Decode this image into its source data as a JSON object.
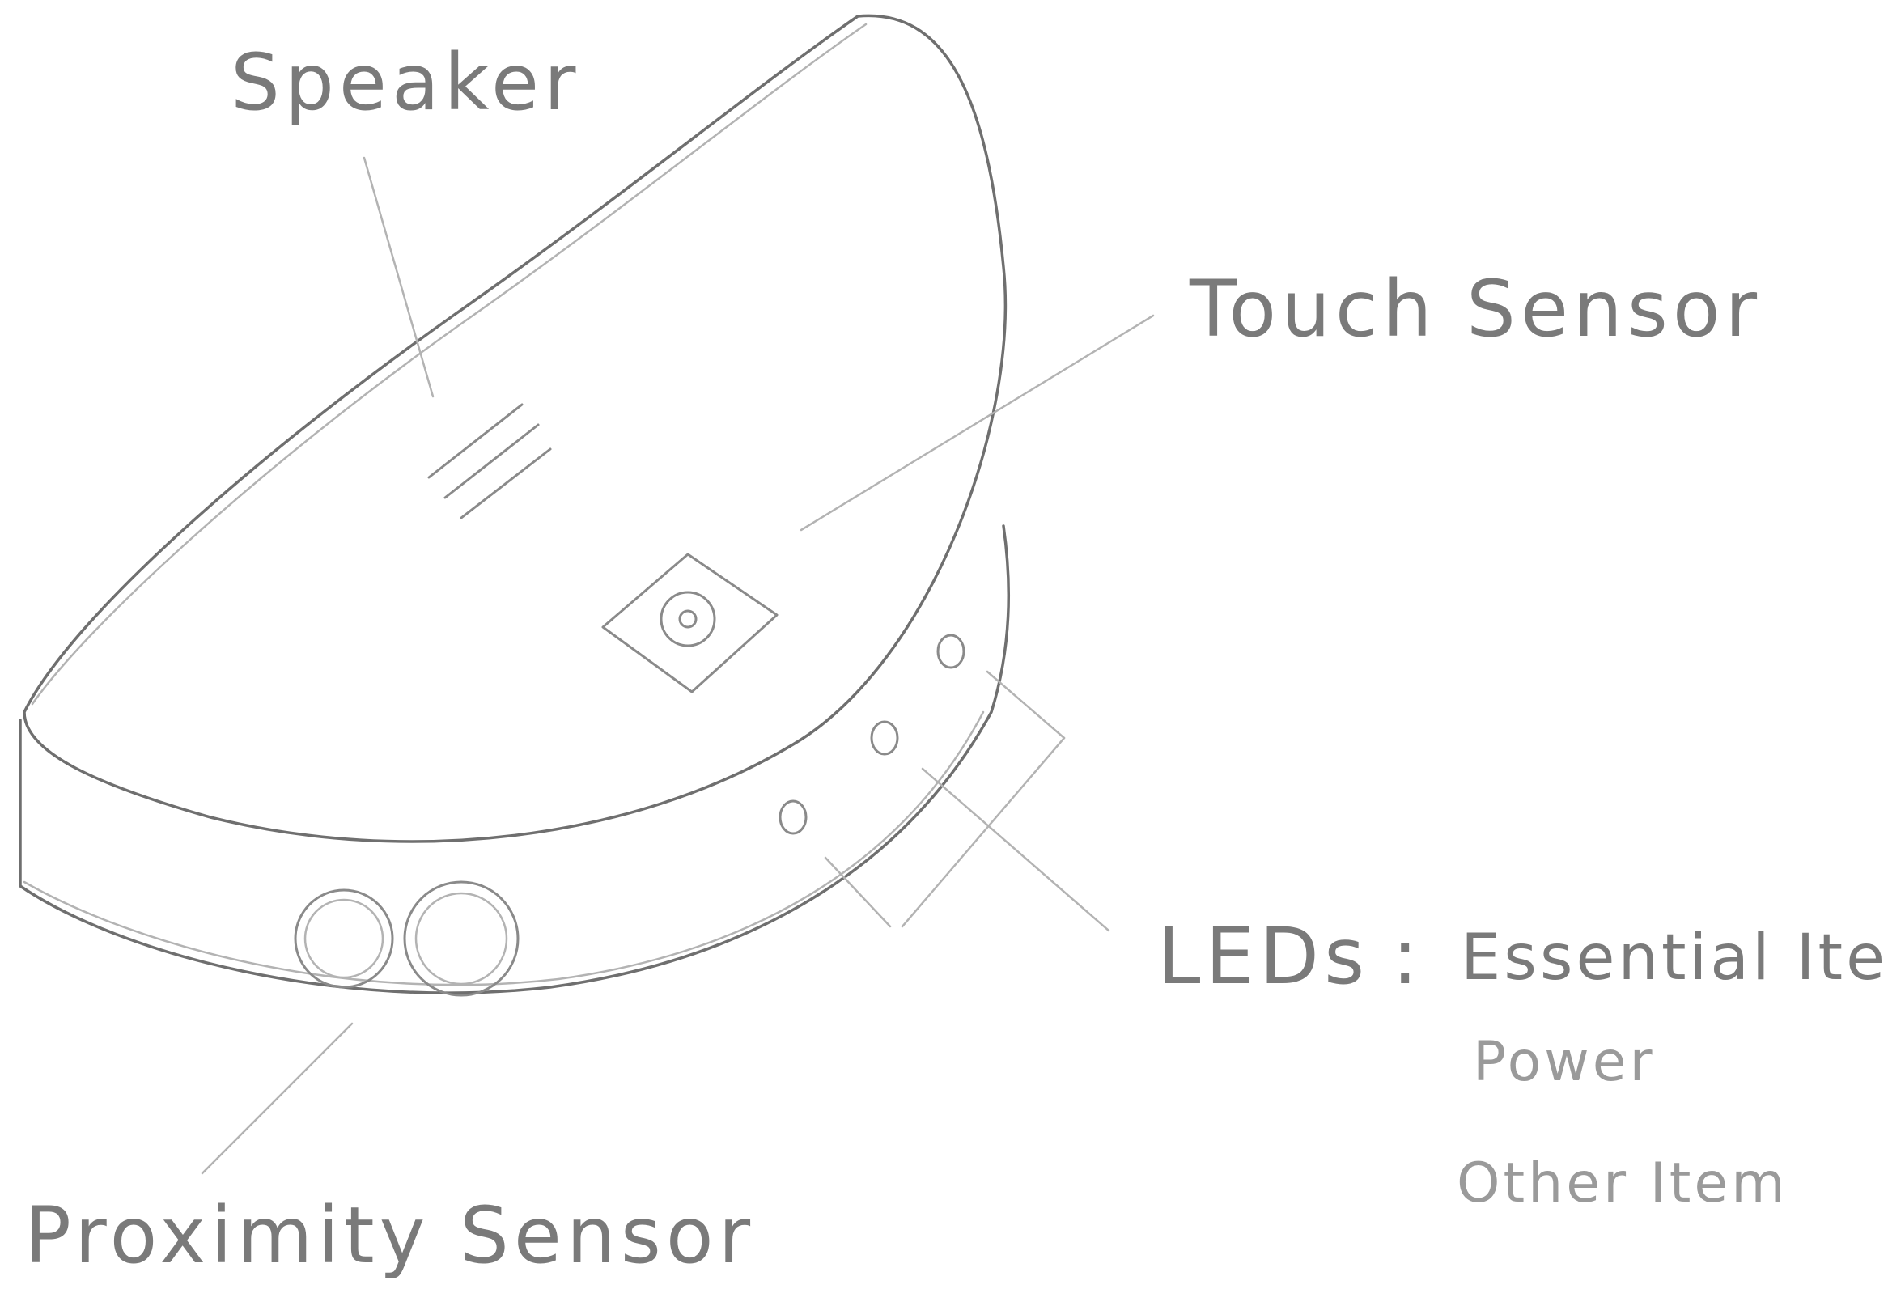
{
  "labels": {
    "speaker": "Speaker",
    "touch_sensor": "Touch Sensor",
    "leds": "LEDs",
    "led_separator": ":",
    "led_items": [
      "Essential Item",
      "Power",
      "Other Item"
    ],
    "proximity_sensor": "Proximity Sensor"
  },
  "colors": {
    "paper": "#ffffff",
    "pencil": "#8a8a8a"
  }
}
